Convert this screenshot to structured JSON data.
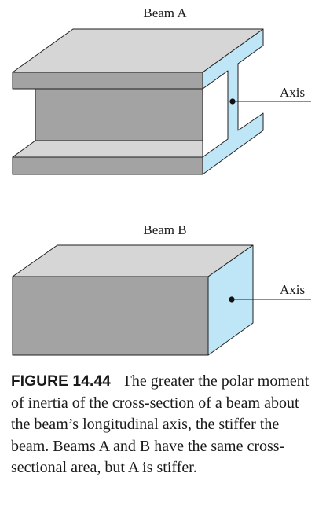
{
  "beam_a": {
    "title": "Beam A",
    "axis_label": "Axis"
  },
  "beam_b": {
    "title": "Beam B",
    "axis_label": "Axis"
  },
  "caption": {
    "label": "FIGURE 14.44",
    "text": "The greater the polar moment of inertia of the cross-section of a beam about the beam’s longitudinal axis, the stiffer the beam. Beams A and B have the same cross-sectional area, but A is stiffer."
  },
  "colors": {
    "cross_section": "#bfe6f7",
    "front_face": "#a3a3a3",
    "top_face": "#d6d6d6",
    "edge": "#1f1f1f"
  }
}
